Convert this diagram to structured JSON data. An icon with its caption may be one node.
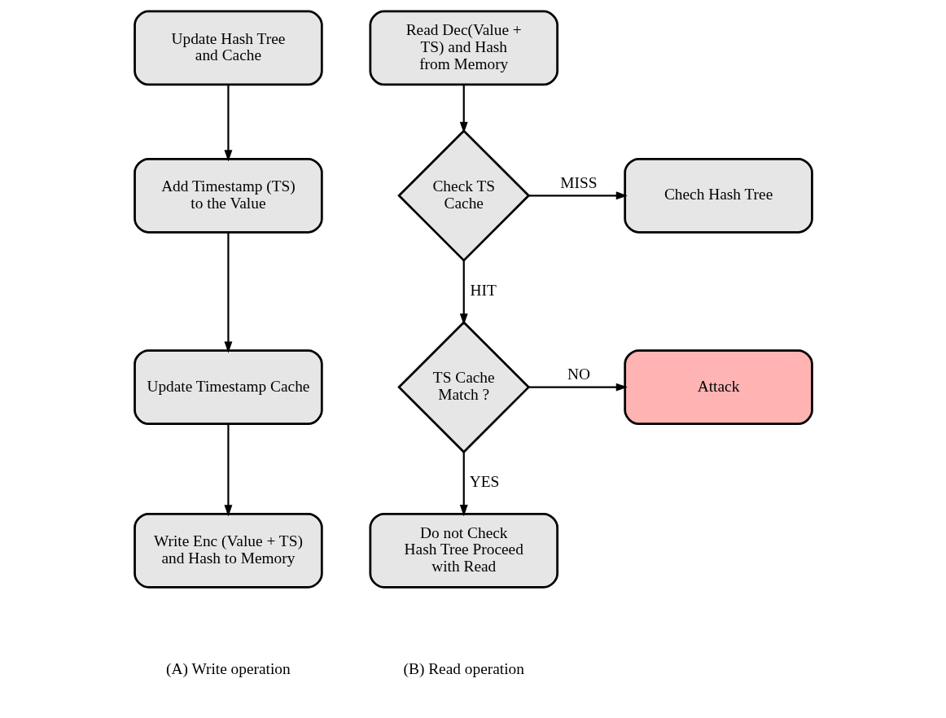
{
  "diagram": {
    "nodes": [
      {
        "text": [
          "Update Hash Tree and Cache"
        ]
      },
      {
        "text": [
          "Add Timestamp (TS) to the Value"
        ]
      },
      {
        "text": [
          "Update Timestamp Cache"
        ]
      },
      {
        "text": [
          "Write Enc (Value + TS) and Hash to Memory"
        ]
      },
      {
        "text": [
          "Read Dec(Value + TS) and Hash from Memory"
        ]
      },
      {
        "text": [
          "Check TS Cache"
        ]
      },
      {
        "text": [
          "Chech Hash Tree"
        ]
      },
      {
        "text": [
          "TS Cache Match ?"
        ]
      },
      {
        "text": [
          "Attack"
        ]
      },
      {
        "text": [
          "Do not Check Hash Tree Proceed with Read"
        ]
      }
    ],
    "edges": [
      {
        "from": 0,
        "to": 1,
        "arrow": "to"
      },
      {
        "from": 1,
        "to": 2,
        "arrow": "to"
      },
      {
        "from": 2,
        "to": 3,
        "arrow": "to"
      },
      {
        "from": 4,
        "to": 5,
        "arrow": "to"
      },
      {
        "from": 5,
        "to": 6,
        "label": "MISS",
        "arrow": "to"
      },
      {
        "from": 5,
        "to": 7,
        "label": "HIT",
        "arrow": "to"
      },
      {
        "from": 7,
        "to": 8,
        "label": "NO",
        "arrow": "to"
      },
      {
        "from": 7,
        "to": 9,
        "label": "YES",
        "arrow": "to"
      }
    ],
    "labels": [
      "(A) Write operation",
      "(B) Read operation"
    ]
  }
}
